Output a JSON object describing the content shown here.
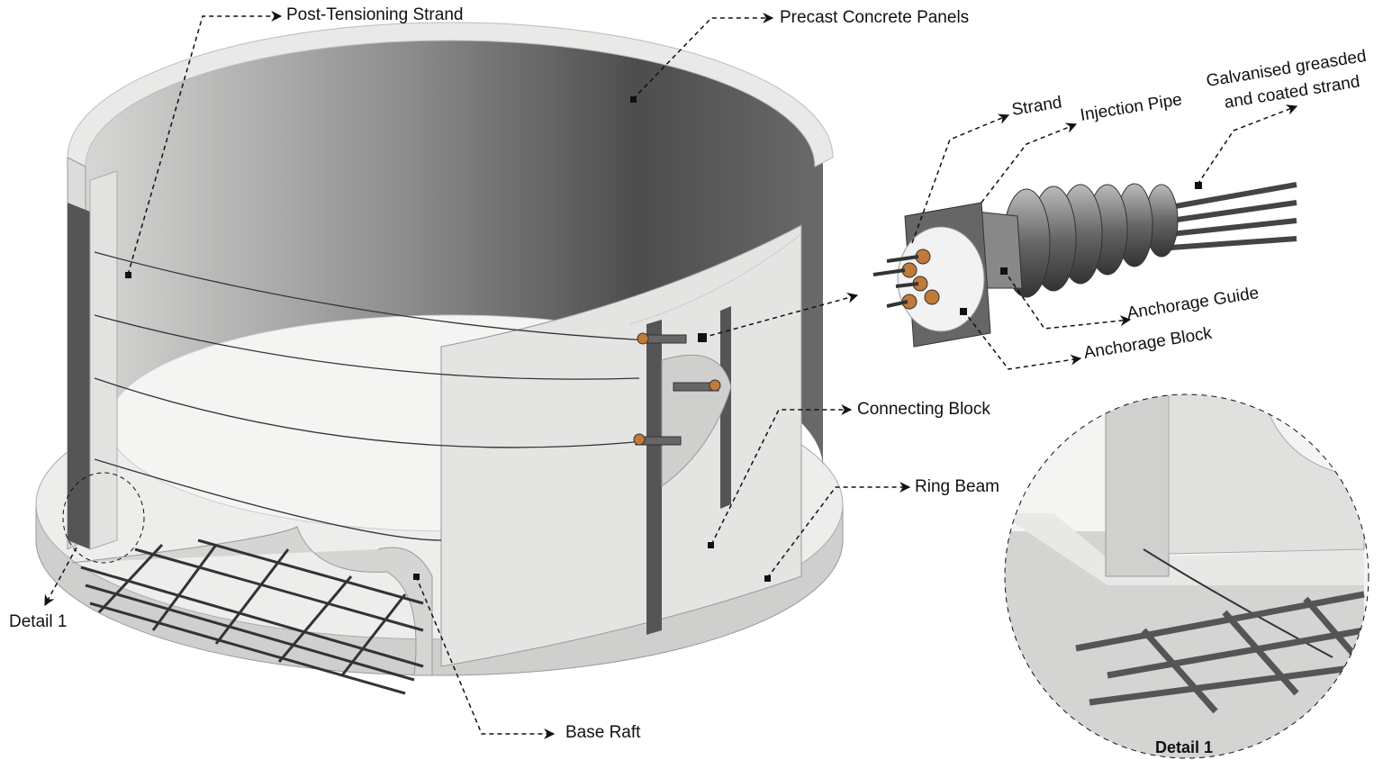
{
  "labels": {
    "post_tensioning_strand": "Post-Tensioning Strand",
    "precast_panels": "Precast Concrete Panels",
    "strand": "Strand",
    "injection_pipe": "Injection Pipe",
    "galvanised_line1": "Galvanised greasded",
    "galvanised_line2": "and coated strand",
    "anchorage_guide": "Anchorage Guide",
    "anchorage_block": "Anchorage Block",
    "connecting_block": "Connecting Block",
    "ring_beam": "Ring Beam",
    "detail_1": "Detail 1",
    "base_raft": "Base Raft",
    "detail_1_caption": "Detail 1"
  },
  "colors": {
    "concrete": "#e6e6e4",
    "dark_panel": "#5a5a5a",
    "steel": "#555",
    "copper": "#c07a3a"
  }
}
